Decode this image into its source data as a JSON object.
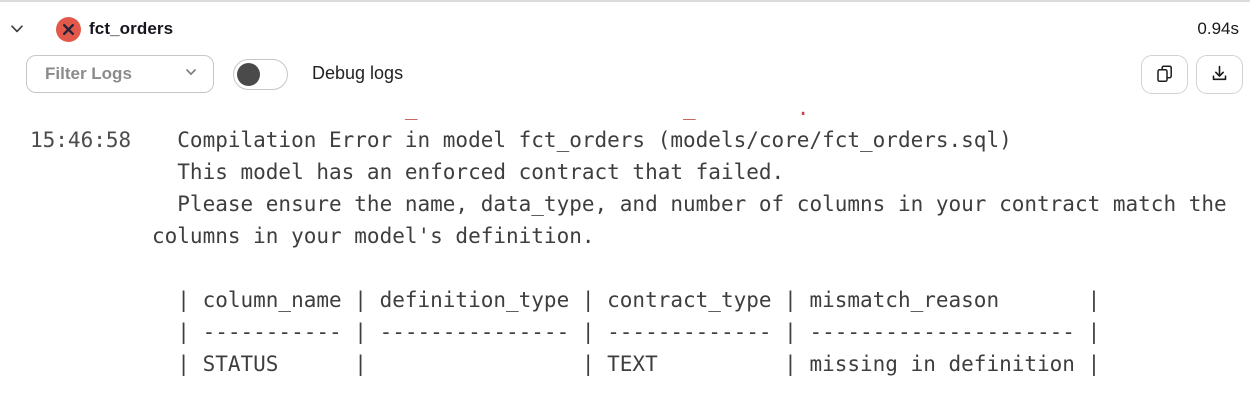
{
  "header": {
    "title": "fct_orders",
    "duration": "0.94s",
    "collapse_icon": "chevron-down",
    "status_icon": "error-x-circle"
  },
  "toolbar": {
    "filter_label": "Filter Logs",
    "filter_chevron_icon": "chevron-down",
    "debug_toggle_state": "off",
    "debug_label": "Debug logs",
    "copy_icon": "copy",
    "download_icon": "download"
  },
  "log": {
    "timestamp": "15:46:58",
    "lines": [
      "                    _                     _        .",
      "  Compilation Error in model fct_orders (models/core/fct_orders.sql)",
      "  This model has an enforced contract that failed.",
      "  Please ensure the name, data_type, and number of columns in your contract match the",
      "columns in your model's definition.",
      "",
      "  | column_name | definition_type | contract_type | mismatch_reason       |",
      "  | ----------- | --------------- | ------------- | --------------------- |",
      "  | STATUS      |                 | TEXT          | missing in definition |"
    ]
  },
  "colors": {
    "status_badge_red": "#e2594b",
    "log_error_red": "#bf4a42",
    "toggle_knob": "#4a4a4a"
  }
}
